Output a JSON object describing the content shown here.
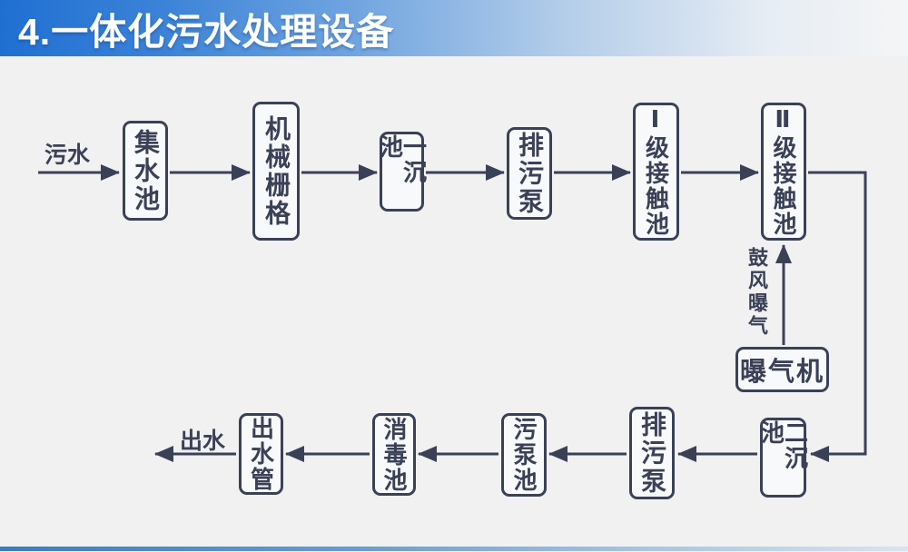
{
  "title": "4.一体化污水处理设备",
  "colors": {
    "banner_blue": "#1f6fd2",
    "diagram_navy": "#3a4157",
    "background": "#f1f1f2",
    "bottom_rule_blue": "#3a7dc0"
  },
  "flowchart": {
    "inlet_label": "污水",
    "outlet_label": "出水",
    "aeration_label": "鼓风曝气",
    "nodes": [
      {
        "id": "collection-tank",
        "label": "集水池"
      },
      {
        "id": "mechanical-grid",
        "label": "机械栅格"
      },
      {
        "id": "primary-sedimentation-tank",
        "label": "一沉池"
      },
      {
        "id": "sewage-pump-top",
        "label": "排污泵"
      },
      {
        "id": "level1-contact-tank",
        "label": "Ⅰ级接触池"
      },
      {
        "id": "level2-contact-tank",
        "label": "Ⅱ级接触池"
      },
      {
        "id": "aerator",
        "label": "曝气机"
      },
      {
        "id": "secondary-sedimentation-tank",
        "label": "二沉池"
      },
      {
        "id": "sewage-pump-bottom",
        "label": "排污泵"
      },
      {
        "id": "sludge-pump-tank",
        "label": "污泵池"
      },
      {
        "id": "disinfection-tank",
        "label": "消毒池"
      },
      {
        "id": "outlet-pipe",
        "label": "出水管"
      }
    ]
  }
}
